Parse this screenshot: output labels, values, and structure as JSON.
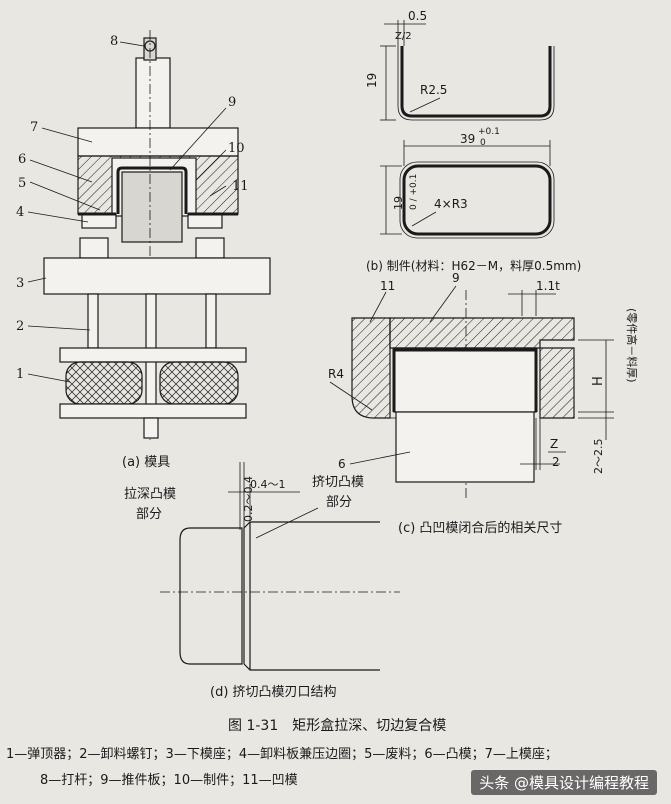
{
  "figure": {
    "caption": "图 1-31　矩形盒拉深、切边复合模",
    "legend_line1": "1—弹顶器；2—卸料螺钉；3—下模座；4—卸料板兼压边圈；5—废料；6—凸模；7—上模座；",
    "legend_line2": "8—打杆；9—推件板；10—制件；11—凹模"
  },
  "panel_a": {
    "caption": "(a) 模具",
    "labels": [
      "1",
      "2",
      "3",
      "4",
      "5",
      "6",
      "7",
      "8",
      "9",
      "10",
      "11"
    ]
  },
  "panel_b": {
    "caption": "(b) 制件(材料：H62－M，料厚0.5mm)",
    "dim_thickness": "0.5",
    "dim_gap": "Z/2",
    "dim_height": "19",
    "dim_radius": "R2.5",
    "dim_length": "39",
    "dim_length_tol_upper": "+0.1",
    "dim_length_tol_lower": "0",
    "dim_width": "19",
    "dim_width_tol": "0 / +0.1",
    "dim_corner": "4×R3"
  },
  "panel_c": {
    "caption": "(c) 凸凹模闭合后的相关尺寸",
    "label_11": "11",
    "label_9": "9",
    "label_6": "6",
    "dim_gap": "1.1t",
    "dim_radius": "R4",
    "dim_h": "H",
    "dim_h_note": "(零件高－料厚)",
    "dim_step": "2～2.5",
    "dim_z": "Z",
    "dim_z_den": "2"
  },
  "panel_d": {
    "caption": "(d) 挤切凸模刃口结构",
    "label_left": "拉深凸模",
    "label_left2": "部分",
    "label_right": "挤切凸模",
    "label_right2": "部分",
    "dim_width": "0.2～0.4",
    "dim_step": "0.4～1"
  },
  "watermark": "头条 @模具设计编程教程"
}
